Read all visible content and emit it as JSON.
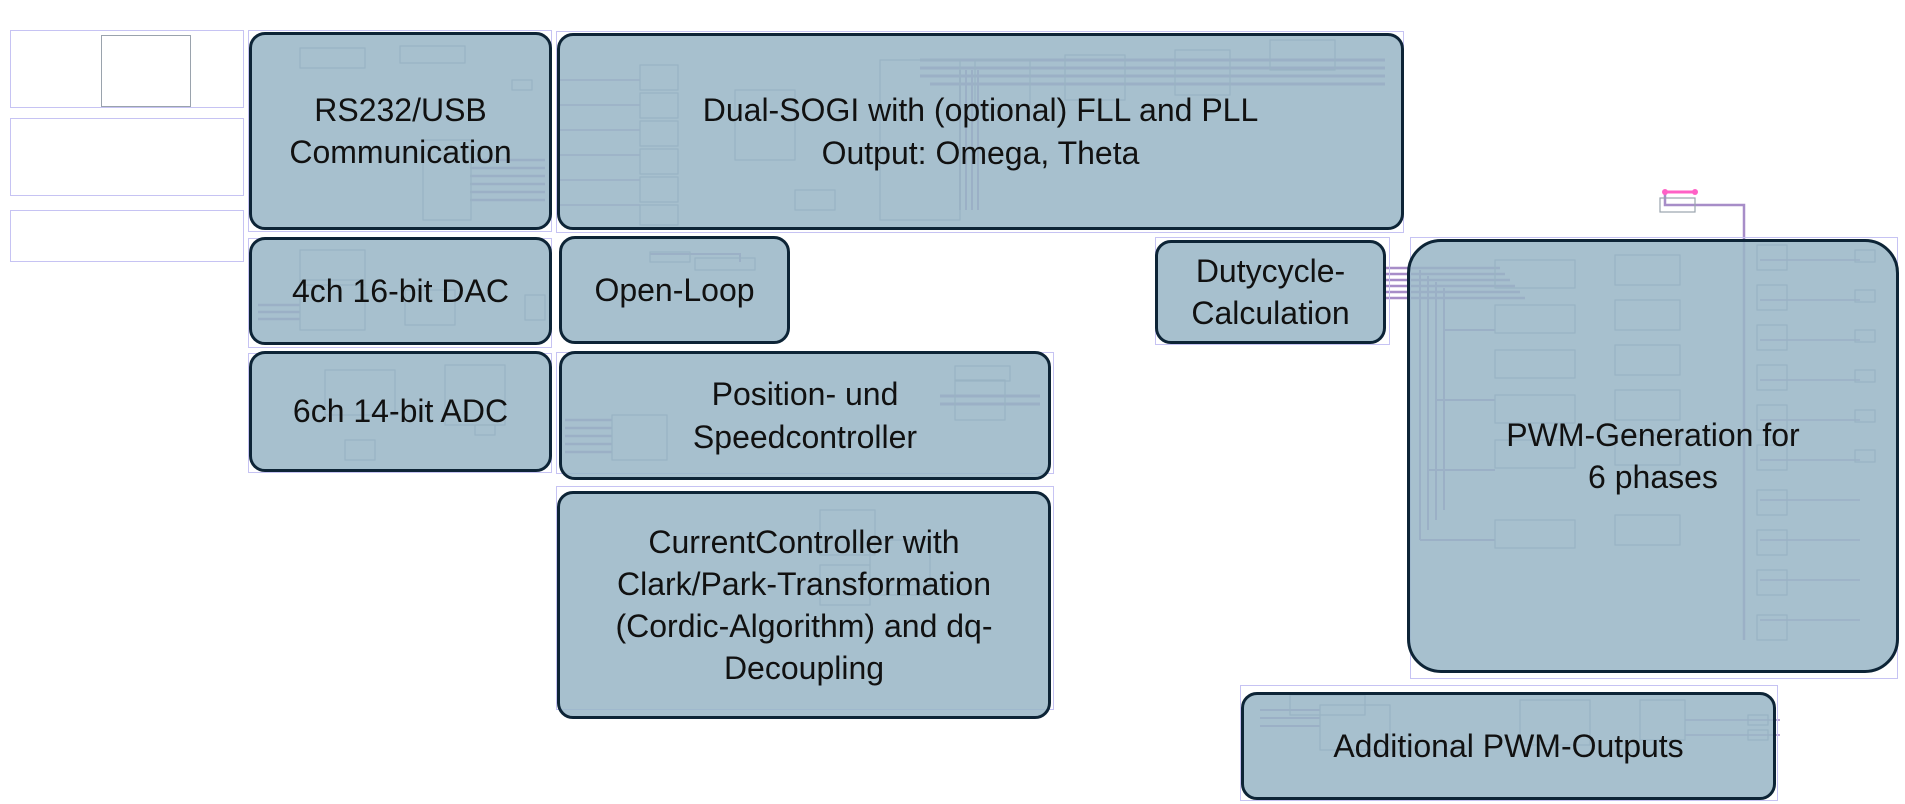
{
  "blocks": {
    "rs232": "RS232/USB\nCommunication",
    "sogi": "Dual-SOGI with (optional) FLL and PLL\nOutput: Omega, Theta",
    "dac": "4ch 16-bit DAC",
    "openloop": "Open-Loop",
    "dutycycle": "Dutycycle-\nCalculation",
    "adc": "6ch 14-bit ADC",
    "position": "Position- und\nSpeedcontroller",
    "pwm_gen": "PWM-Generation for\n6 phases",
    "current": "CurrentController with\nClark/Park-Transformation\n(Cordic-Algorithm) and dq-\nDecoupling",
    "additional_pwm": "Additional PWM-Outputs"
  },
  "colors": {
    "block_fill": "#98b6c6",
    "block_border": "#0d2436",
    "frame": "#c6c3f3",
    "wire": "#a78dc8",
    "component": "#9aa3ad",
    "port": "#ff61c6"
  }
}
